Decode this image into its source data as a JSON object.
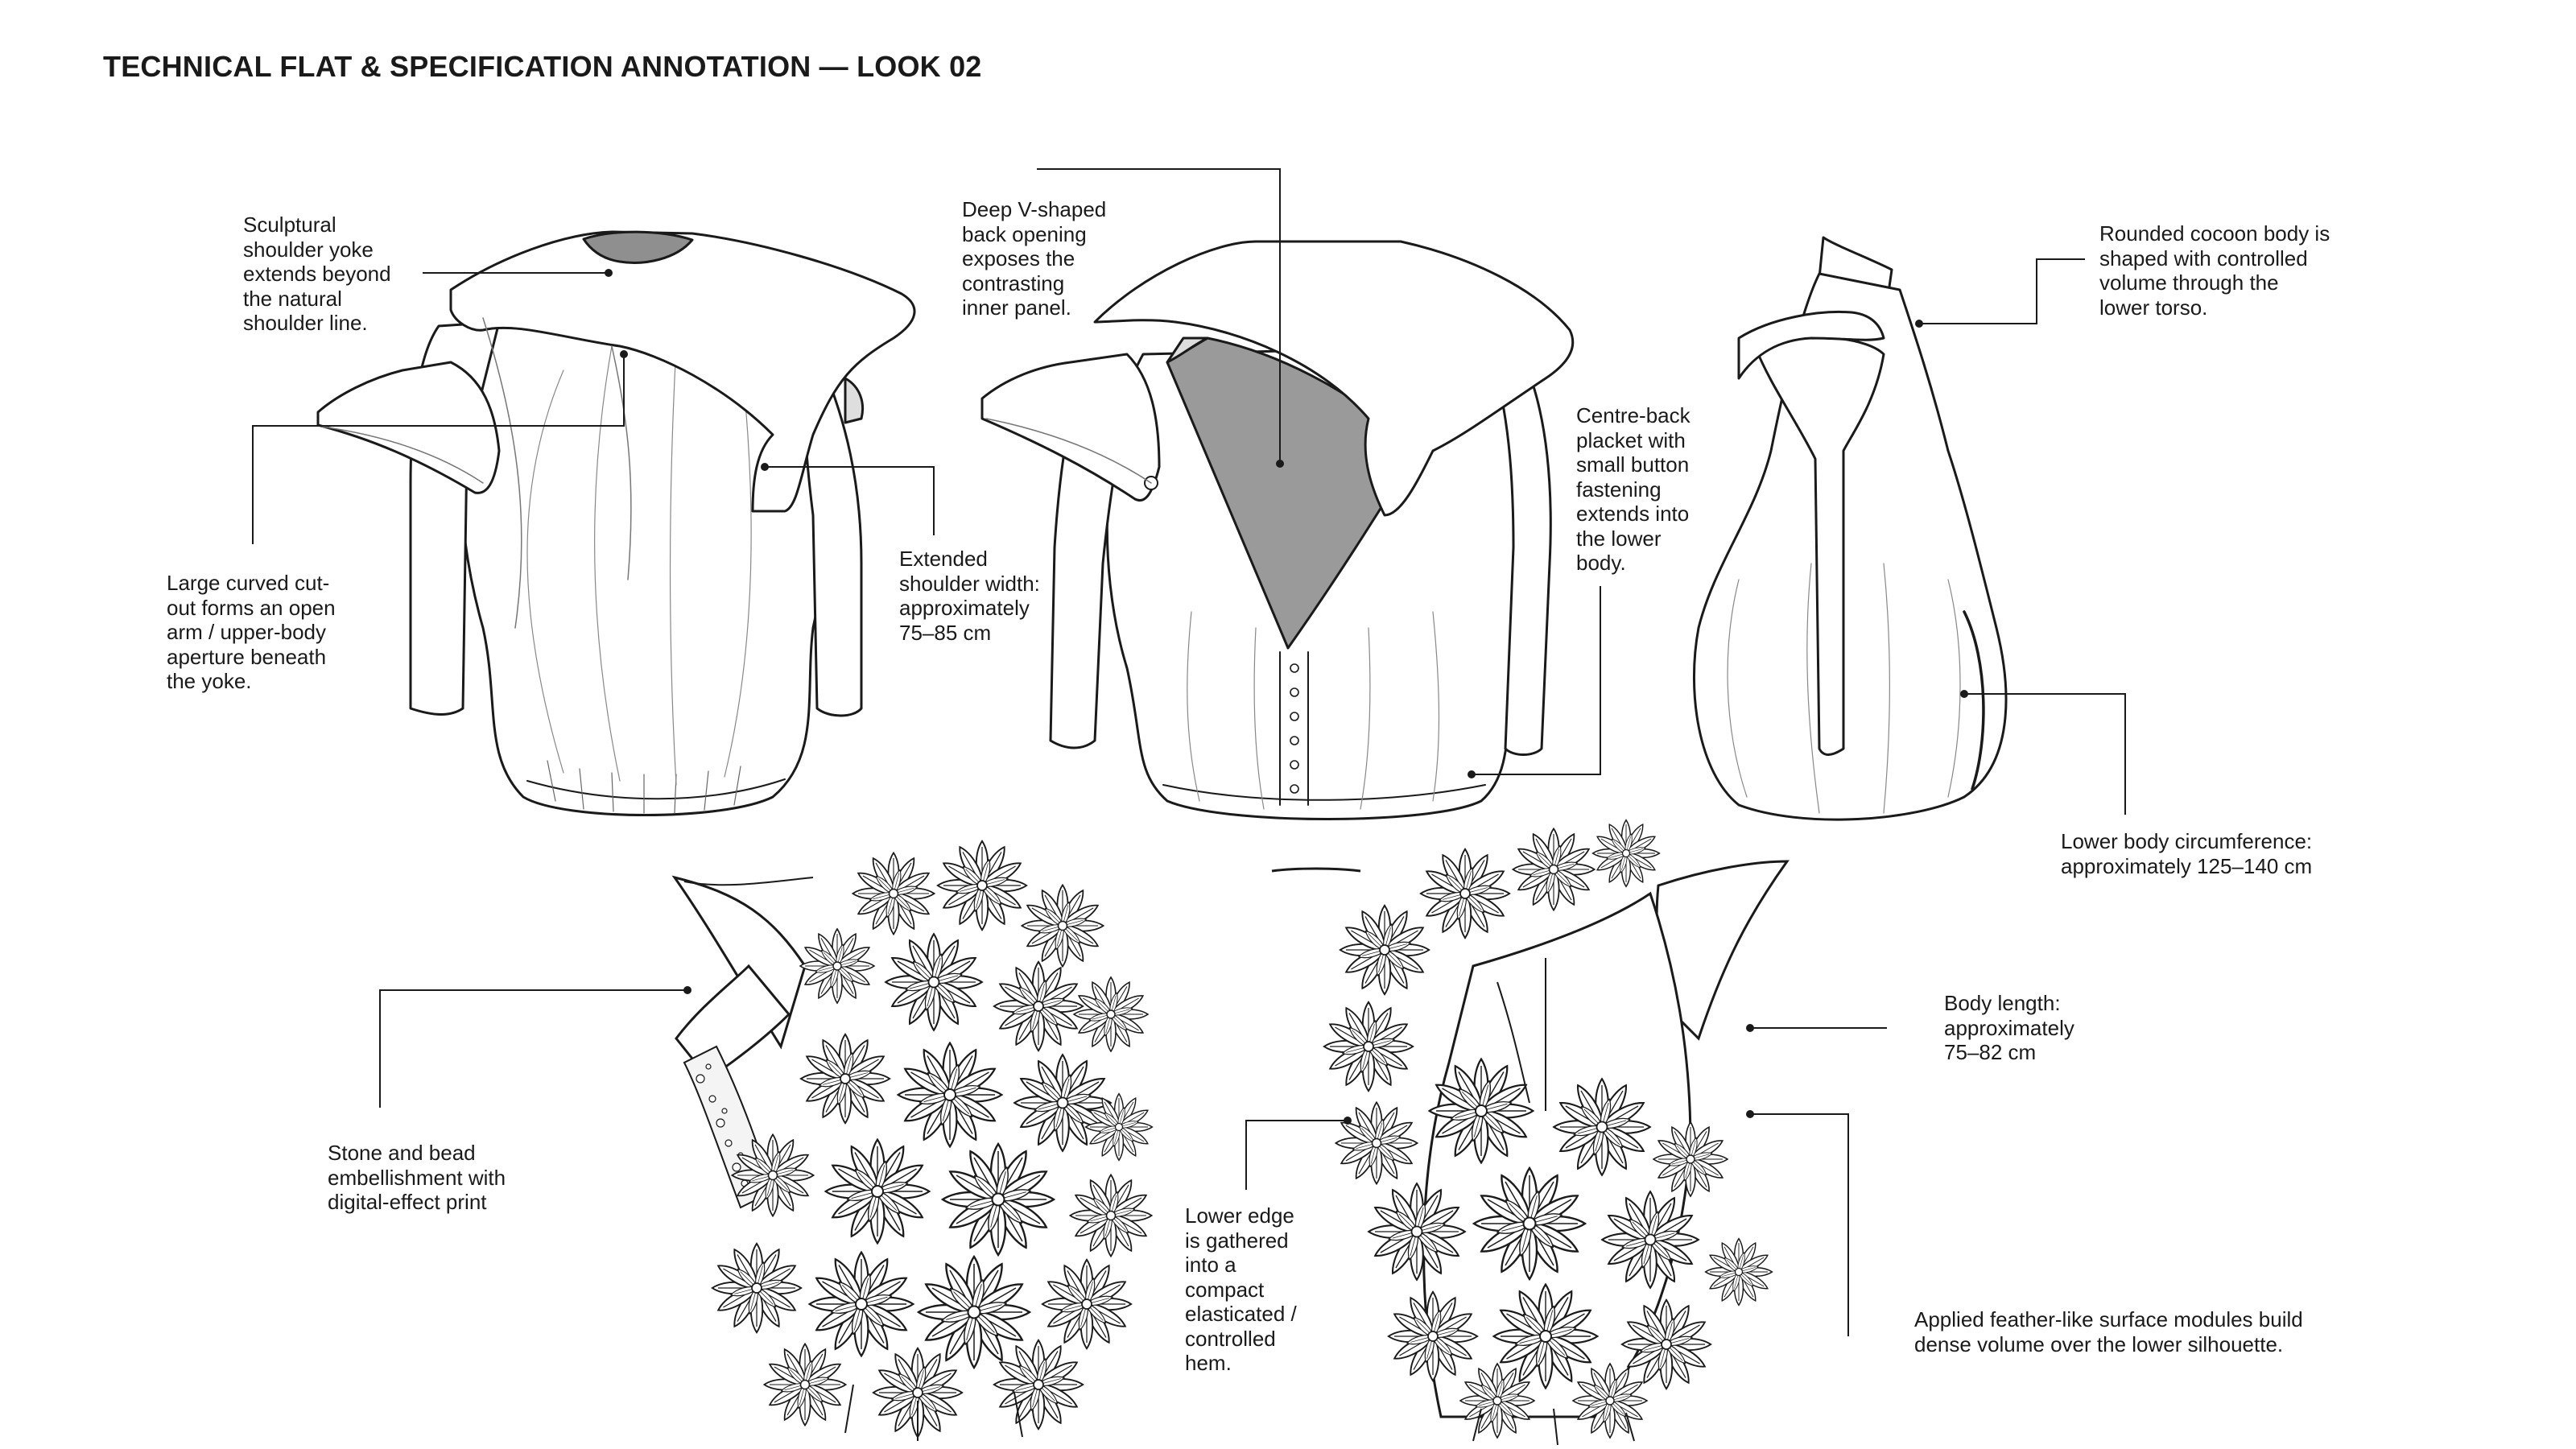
{
  "title": "TECHNICAL FLAT & SPECIFICATION ANNOTATION — LOOK 02",
  "annotations": {
    "shoulder_yoke": "Sculptural\nshoulder yoke\nextends beyond\nthe natural\nshoulder line.",
    "curved_cutout": "Large curved cut-\nout forms an open\narm / upper-body\naperture beneath\nthe yoke.",
    "shoulder_width": "Extended\nshoulder width:\napproximately\n75–85 cm",
    "v_back": "Deep V-shaped\nback opening\nexposes the\ncontrasting\ninner panel.",
    "placket": "Centre-back\nplacket with\nsmall button\nfastening\nextends into\nthe lower\nbody.",
    "cocoon": "Rounded cocoon body is\nshaped with controlled\nvolume through the\nlower torso.",
    "circumference": "Lower body circumference:\napproximately 125–140 cm",
    "embellishment": "Stone and bead\nembellishment with\ndigital-effect print",
    "body_length": "Body length:\napproximately\n75–82 cm",
    "lower_edge": "Lower edge\nis gathered\ninto a\ncompact\nelasticated /\ncontrolled\nhem.",
    "feather": "Applied feather-like surface modules build\ndense volume over the lower silhouette."
  },
  "colors": {
    "line": "#1a1a1a",
    "inner_panel": "#9a9a9a",
    "neck_fill": "#8f8f8f",
    "light_panel": "#dedede"
  }
}
